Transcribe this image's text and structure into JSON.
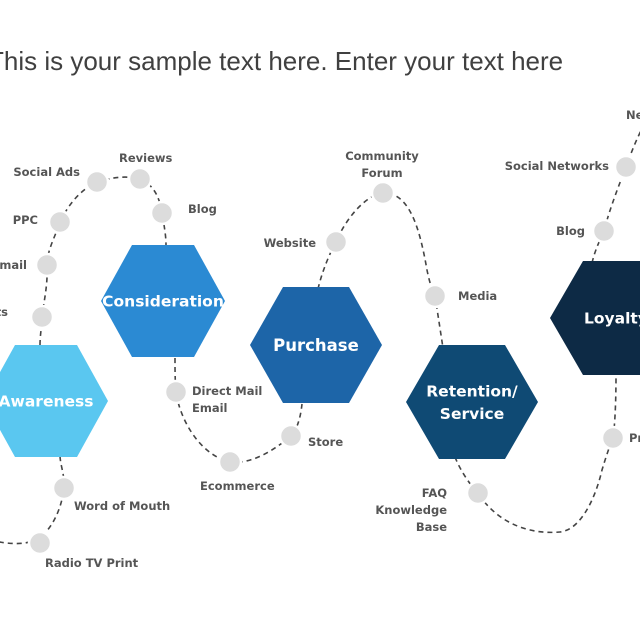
{
  "header": {
    "text": "This is your sample text here. Enter your text here"
  },
  "colors": {
    "awareness": "#5ac7f0",
    "consideration": "#2b8ad3",
    "purchase": "#1d65a8",
    "retention": "#0f4a74",
    "loyalty": "#0d2a45",
    "node": "#dcdcdc",
    "line": "#444444",
    "label": "#555555"
  },
  "stages": [
    {
      "id": "awareness",
      "lines": [
        "Awareness"
      ]
    },
    {
      "id": "consideration",
      "lines": [
        "Consideration"
      ]
    },
    {
      "id": "purchase",
      "lines": [
        "Purchase"
      ]
    },
    {
      "id": "retention",
      "lines": [
        "Retention/",
        "Service"
      ]
    },
    {
      "id": "loyalty",
      "lines": [
        "Loyalty"
      ]
    }
  ],
  "touchpoints": {
    "social_ads": [
      "Social Ads"
    ],
    "reviews": [
      "Reviews"
    ],
    "ppc": [
      "PPC"
    ],
    "email": [
      "Email"
    ],
    "events": [
      "Events"
    ],
    "blog1": [
      "Blog"
    ],
    "direct_mail": [
      "Direct Mail",
      "Email"
    ],
    "word_of_mouth": [
      "Word of Mouth"
    ],
    "radio_tv": [
      "Radio TV Print"
    ],
    "ecommerce": [
      "Ecommerce"
    ],
    "store": [
      "Store"
    ],
    "website": [
      "Website"
    ],
    "community": [
      "Community",
      "Forum"
    ],
    "media": [
      "Media"
    ],
    "faq": [
      "FAQ",
      "Knowledge",
      "Base"
    ],
    "social_networks": [
      "Social Networks"
    ],
    "blog2": [
      "Blog"
    ],
    "newsletter": [
      "Newsletter"
    ],
    "promotions": [
      "Promotions"
    ]
  }
}
